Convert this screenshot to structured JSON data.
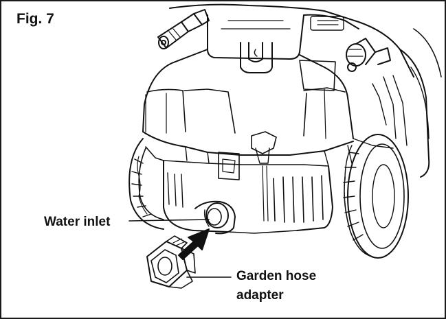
{
  "figure": {
    "title": "Fig. 7",
    "labels": {
      "water_inlet": "Water inlet",
      "adapter_line1": "Garden hose",
      "adapter_line2": "adapter"
    }
  }
}
